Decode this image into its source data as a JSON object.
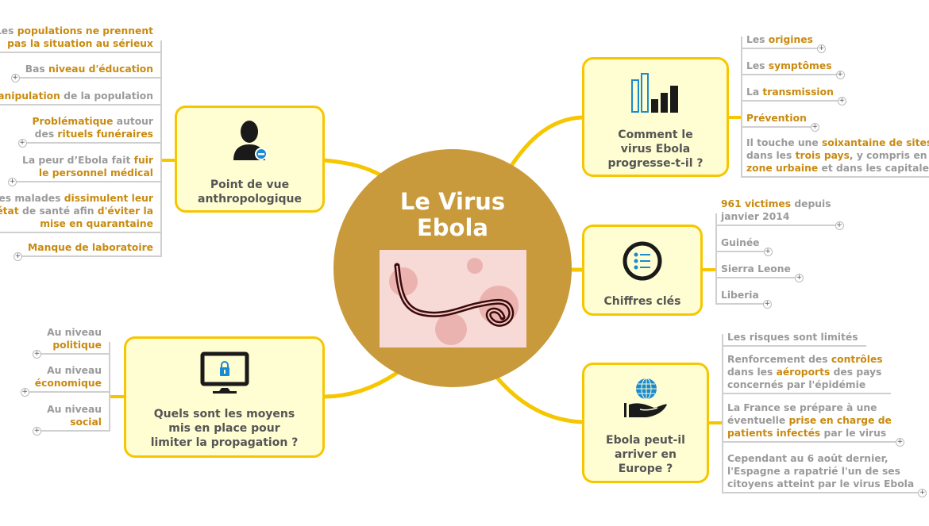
{
  "center": {
    "title": "Le Virus\nEbola",
    "image": "ebola-virus-micrograph"
  },
  "colors": {
    "accent": "#f6c600",
    "center": "#c99a3c",
    "highlight": "#c98a10",
    "text": "#9a9a9a",
    "node_bg": "#fffdd2"
  },
  "nodes": {
    "anthro": {
      "title": "Point de vue\nanthropologique",
      "icon": "person-minus-icon",
      "leaves": [
        {
          "plus": true,
          "segments": [
            {
              "t": "Les ",
              "h": false
            },
            {
              "t": "populations ne prennent\npas la situation au sérieux",
              "h": true
            }
          ]
        },
        {
          "plus": true,
          "segments": [
            {
              "t": "Bas ",
              "h": false
            },
            {
              "t": "niveau d'éducation",
              "h": true
            }
          ]
        },
        {
          "plus": true,
          "segments": [
            {
              "t": "Manipulation",
              "h": true
            },
            {
              "t": " de la population",
              "h": false
            }
          ]
        },
        {
          "plus": true,
          "segments": [
            {
              "t": "Problématique",
              "h": true
            },
            {
              "t": " autour\ndes ",
              "h": false
            },
            {
              "t": "rituels funéraires",
              "h": true
            }
          ]
        },
        {
          "plus": true,
          "segments": [
            {
              "t": "La peur d’Ebola fait ",
              "h": false
            },
            {
              "t": "fuir\nle personnel médical",
              "h": true
            }
          ]
        },
        {
          "plus": true,
          "segments": [
            {
              "t": "Les malades ",
              "h": false
            },
            {
              "t": "dissimulent leur\nétat",
              "h": true
            },
            {
              "t": " de santé afin ",
              "h": false
            },
            {
              "t": "d'éviter la\nmise en quarantaine",
              "h": true
            }
          ]
        },
        {
          "plus": true,
          "segments": [
            {
              "t": "Manque de laboratoire",
              "h": true
            }
          ]
        }
      ]
    },
    "comment": {
      "title": "Comment le\nvirus Ebola\nprogresse-t-il ?",
      "icon": "bar-chart-icon",
      "leaves": [
        {
          "plus": true,
          "segments": [
            {
              "t": "Les ",
              "h": false
            },
            {
              "t": "origines",
              "h": true
            }
          ]
        },
        {
          "plus": true,
          "segments": [
            {
              "t": "Les ",
              "h": false
            },
            {
              "t": "symptômes",
              "h": true
            }
          ]
        },
        {
          "plus": true,
          "segments": [
            {
              "t": "La ",
              "h": false
            },
            {
              "t": "transmission",
              "h": true
            }
          ]
        },
        {
          "plus": true,
          "segments": [
            {
              "t": "Prévention",
              "h": true
            }
          ]
        },
        {
          "plus": false,
          "segments": [
            {
              "t": "Il touche une ",
              "h": false
            },
            {
              "t": "soixantaine de sites",
              "h": true
            },
            {
              "t": "\ndans les ",
              "h": false
            },
            {
              "t": "trois pays",
              "h": true
            },
            {
              "t": ", y compris en\n",
              "h": false
            },
            {
              "t": "zone urbaine",
              "h": true
            },
            {
              "t": " et dans les capitales",
              "h": false
            }
          ]
        }
      ]
    },
    "chiffres": {
      "title": "Chiffres clés",
      "icon": "list-icon",
      "leaves": [
        {
          "plus": true,
          "segments": [
            {
              "t": "961 victimes",
              "h": true
            },
            {
              "t": " depuis\njanvier 2014",
              "h": false
            }
          ]
        },
        {
          "plus": true,
          "segments": [
            {
              "t": "Guinée",
              "h": false
            }
          ]
        },
        {
          "plus": true,
          "segments": [
            {
              "t": "Sierra Leone",
              "h": false
            }
          ]
        },
        {
          "plus": true,
          "segments": [
            {
              "t": "Liberia",
              "h": false
            }
          ]
        }
      ]
    },
    "europe": {
      "title": "Ebola peut-il\narriver en\nEurope ?",
      "icon": "hand-globe-icon",
      "leaves": [
        {
          "plus": false,
          "segments": [
            {
              "t": "Les risques sont limités",
              "h": false
            }
          ]
        },
        {
          "plus": false,
          "segments": [
            {
              "t": "Renforcement des ",
              "h": false
            },
            {
              "t": "contrôles",
              "h": true
            },
            {
              "t": "\ndans les ",
              "h": false
            },
            {
              "t": "aéroports",
              "h": true
            },
            {
              "t": " des pays\nconcernés par l'épidémie",
              "h": false
            }
          ]
        },
        {
          "plus": true,
          "segments": [
            {
              "t": "La France se prépare à une\néventuelle ",
              "h": false
            },
            {
              "t": "prise en charge de\npatients infectés",
              "h": true
            },
            {
              "t": " par le virus",
              "h": false
            }
          ]
        },
        {
          "plus": true,
          "segments": [
            {
              "t": "Cependant au 6 août dernier,\nl'Espagne a rapatrié l'un de ses\ncitoyens atteint par le virus Ebola",
              "h": false
            }
          ]
        }
      ]
    },
    "quels": {
      "title": "Quels sont les moyens\nmis en place pour\nlimiter la propagation ?",
      "icon": "monitor-lock-icon",
      "leaves": [
        {
          "plus": true,
          "segments": [
            {
              "t": "Au niveau\n",
              "h": false
            },
            {
              "t": "politique",
              "h": true
            }
          ]
        },
        {
          "plus": true,
          "segments": [
            {
              "t": "Au niveau\n",
              "h": false
            },
            {
              "t": "économique",
              "h": true
            }
          ]
        },
        {
          "plus": true,
          "segments": [
            {
              "t": "Au niveau\n",
              "h": false
            },
            {
              "t": "social",
              "h": true
            }
          ]
        }
      ]
    }
  }
}
